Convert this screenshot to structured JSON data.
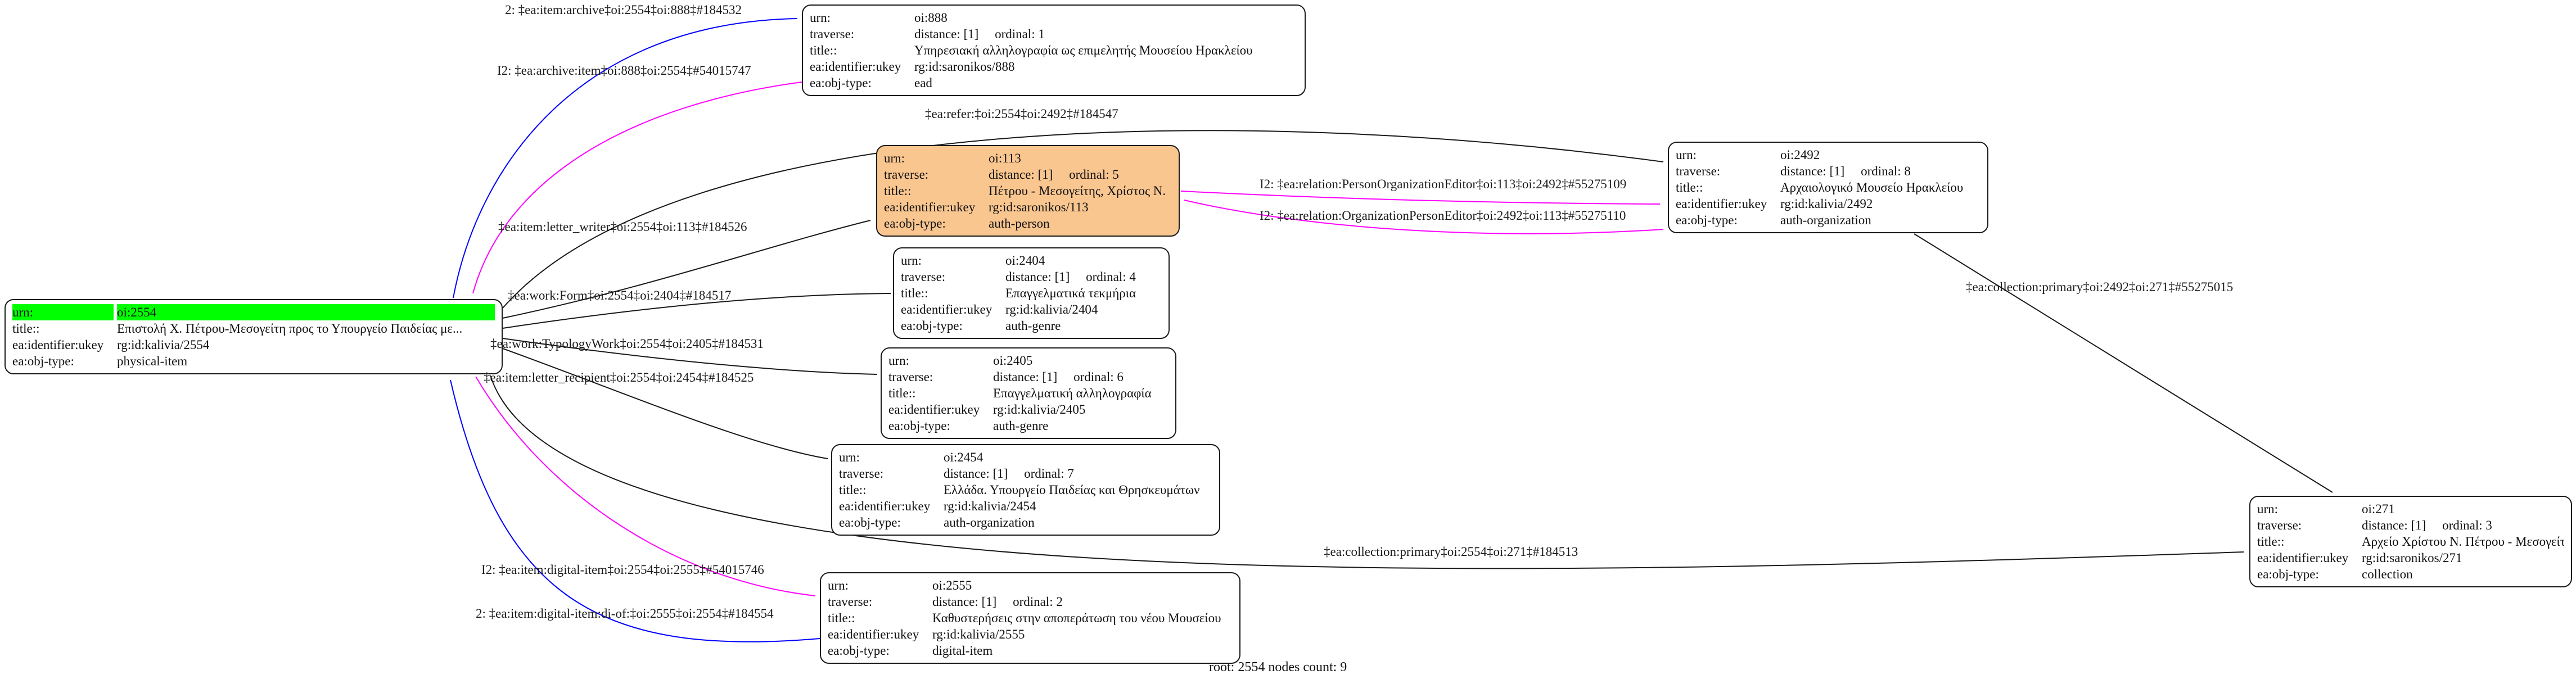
{
  "caption": "root: 2554 nodes count: 9",
  "colors": {
    "background": "#ffffff",
    "node_border": "#1a1a1a",
    "root_highlight": "#00ff00",
    "person_node_fill": "#f9c690",
    "edge_black": "#1a1a1a",
    "edge_blue": "#0000ff",
    "edge_magenta": "#ff00ff"
  },
  "field_labels": {
    "urn": "urn:",
    "traverse": "traverse:",
    "title": "title::",
    "ukey": "ea:identifier:ukey",
    "objtype": "ea:obj-type:"
  },
  "nodes": {
    "n2554": {
      "urn": "oi:2554",
      "title": "Επιστολή Χ. Πέτρου-Μεσογείτη προς το Υπουργείο Παιδείας με...",
      "ukey": "rg:id:kalivia/2554",
      "objtype": "physical-item"
    },
    "n888": {
      "urn": "oi:888",
      "traverse": "distance: [1]     ordinal: 1",
      "title": "Υπηρεσιακή αλληλογραφία ως επιμελητής Μουσείου Ηρακλείου",
      "ukey": "rg:id:saronikos/888",
      "objtype": "ead"
    },
    "n113": {
      "urn": "oi:113",
      "traverse": "distance: [1]     ordinal: 5",
      "title": "Πέτρου - Μεσογείτης, Χρίστος Ν.",
      "ukey": "rg:id:saronikos/113",
      "objtype": "auth-person"
    },
    "n2404": {
      "urn": "oi:2404",
      "traverse": "distance: [1]     ordinal: 4",
      "title": "Επαγγελματικά τεκμήρια",
      "ukey": "rg:id:kalivia/2404",
      "objtype": "auth-genre"
    },
    "n2405": {
      "urn": "oi:2405",
      "traverse": "distance: [1]     ordinal: 6",
      "title": "Επαγγελματική αλληλογραφία",
      "ukey": "rg:id:kalivia/2405",
      "objtype": "auth-genre"
    },
    "n2454": {
      "urn": "oi:2454",
      "traverse": "distance: [1]     ordinal: 7",
      "title": "Ελλάδα. Υπουργείο Παιδείας και Θρησκευμάτων",
      "ukey": "rg:id:kalivia/2454",
      "objtype": "auth-organization"
    },
    "n2555": {
      "urn": "oi:2555",
      "traverse": "distance: [1]     ordinal: 2",
      "title": "Καθυστερήσεις στην αποπεράτωση του νέου Μουσείου",
      "ukey": "rg:id:kalivia/2555",
      "objtype": "digital-item"
    },
    "n2492": {
      "urn": "oi:2492",
      "traverse": "distance: [1]     ordinal: 8",
      "title": "Αρχαιολογικό Μουσείο Ηρακλείου",
      "ukey": "rg:id:kalivia/2492",
      "objtype": "auth-organization"
    },
    "n271": {
      "urn": "oi:271",
      "traverse": "distance: [1]     ordinal: 3",
      "title": "Αρχείο Χρίστου Ν. Πέτρου - Μεσογείτη",
      "ukey": "rg:id:saronikos/271",
      "objtype": "collection"
    }
  },
  "edges": [
    {
      "label": "2: ‡ea:item:archive‡oi:2554‡oi:888‡#184532",
      "color": "blue",
      "from": "oi:2554",
      "to": "oi:888"
    },
    {
      "label": "I2: ‡ea:archive:item‡oi:888‡oi:2554‡#54015747",
      "color": "magenta",
      "from": "oi:888",
      "to": "oi:2554"
    },
    {
      "label": "‡ea:refer:‡oi:2554‡oi:2492‡#184547",
      "color": "black",
      "from": "oi:2554",
      "to": "oi:2492"
    },
    {
      "label": "‡ea:item:letter_writer‡oi:2554‡oi:113‡#184526",
      "color": "black",
      "from": "oi:2554",
      "to": "oi:113"
    },
    {
      "label": "‡ea:work:Form‡oi:2554‡oi:2404‡#184517",
      "color": "black",
      "from": "oi:2554",
      "to": "oi:2404"
    },
    {
      "label": "‡ea:work:TypologyWork‡oi:2554‡oi:2405‡#184531",
      "color": "black",
      "from": "oi:2554",
      "to": "oi:2405"
    },
    {
      "label": "‡ea:item:letter_recipient‡oi:2554‡oi:2454‡#184525",
      "color": "black",
      "from": "oi:2554",
      "to": "oi:2454"
    },
    {
      "label": "I2: ‡ea:item:digital-item‡oi:2554‡oi:2555‡#54015746",
      "color": "magenta",
      "from": "oi:2554",
      "to": "oi:2555"
    },
    {
      "label": "2: ‡ea:item:digital-item:di-of:‡oi:2555‡oi:2554‡#184554",
      "color": "blue",
      "from": "oi:2555",
      "to": "oi:2554"
    },
    {
      "label": "I2: ‡ea:relation:PersonOrganizationEditor‡oi:113‡oi:2492‡#55275109",
      "color": "magenta",
      "from": "oi:113",
      "to": "oi:2492"
    },
    {
      "label": "I2: ‡ea:relation:OrganizationPersonEditor‡oi:2492‡oi:113‡#55275110",
      "color": "magenta",
      "from": "oi:2492",
      "to": "oi:113"
    },
    {
      "label": "‡ea:collection:primary‡oi:2492‡oi:271‡#55275015",
      "color": "black",
      "from": "oi:2492",
      "to": "oi:271"
    },
    {
      "label": "‡ea:collection:primary‡oi:2554‡oi:271‡#184513",
      "color": "black",
      "from": "oi:2554",
      "to": "oi:271"
    }
  ]
}
